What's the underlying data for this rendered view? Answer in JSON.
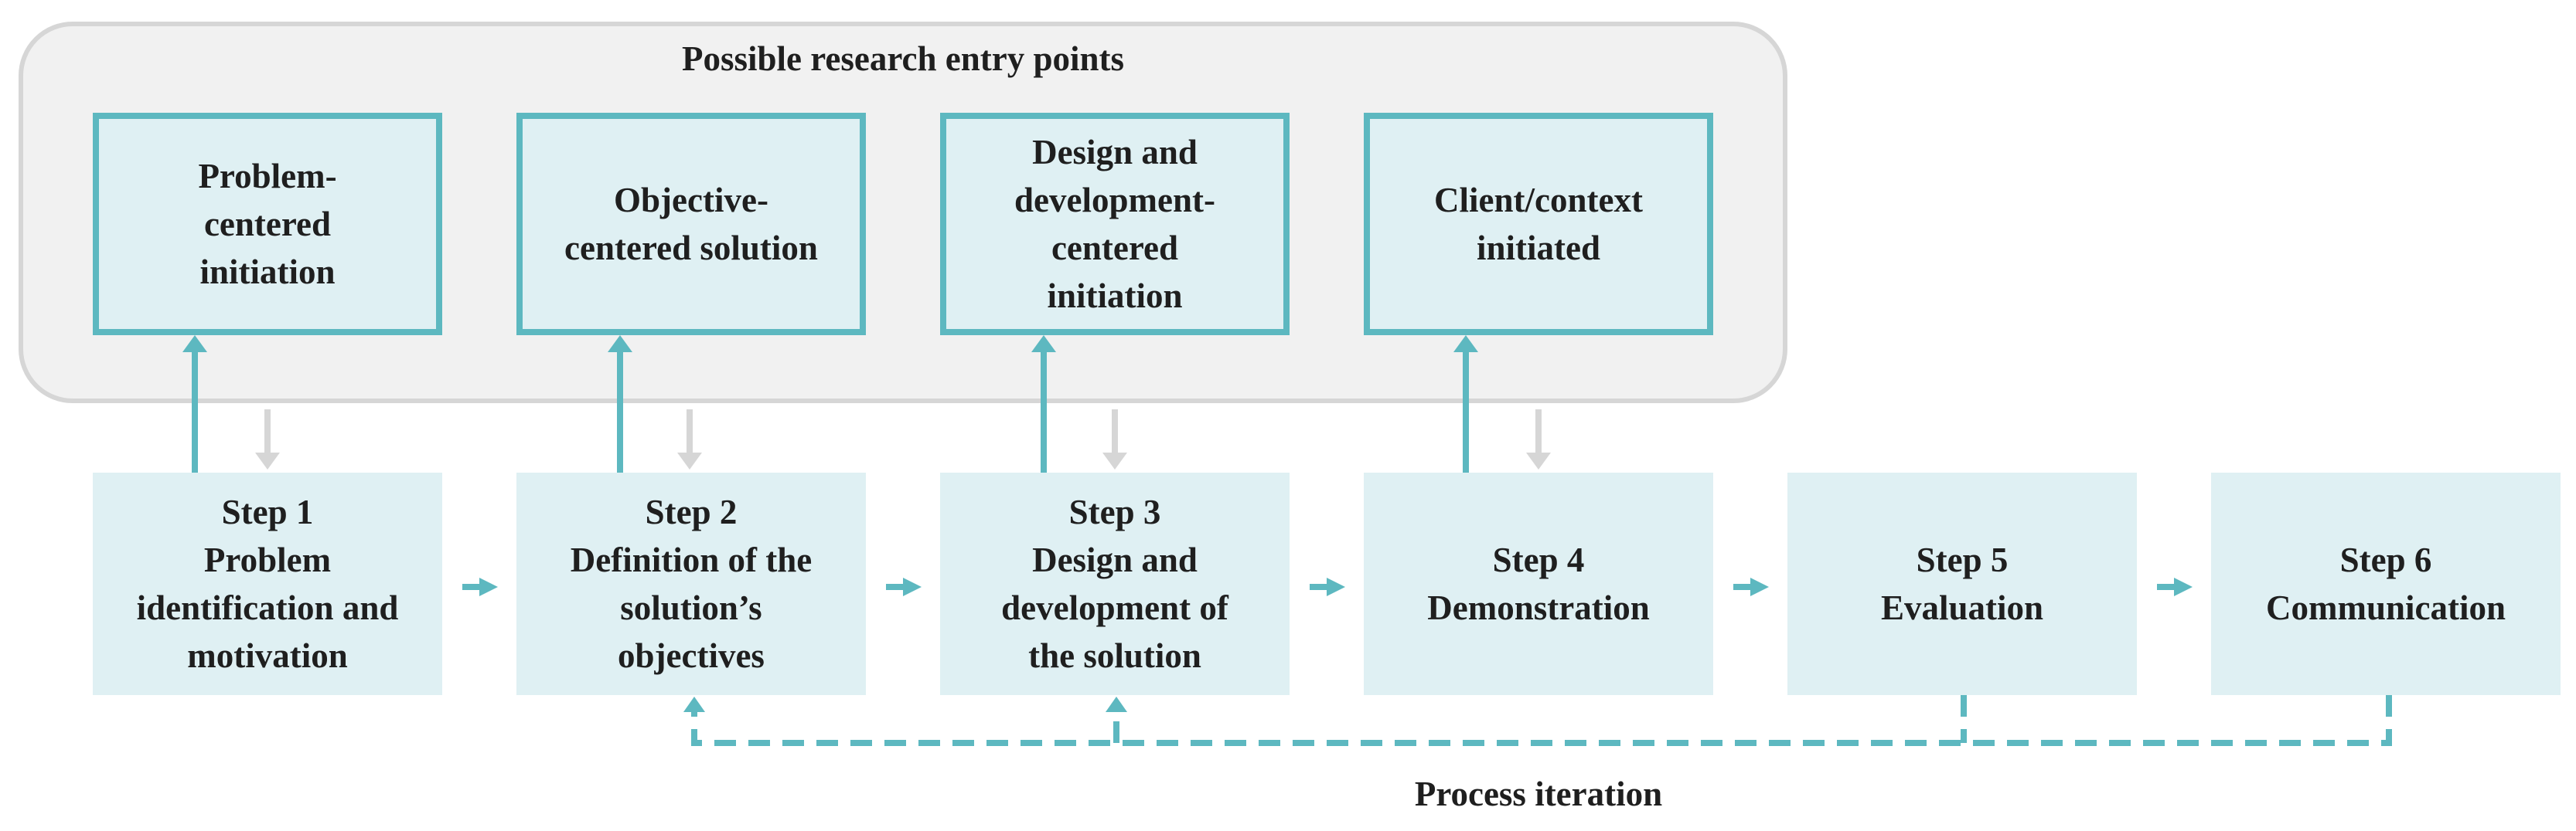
{
  "container": {
    "title": "Possible research entry points"
  },
  "entry_points": [
    {
      "label": "Problem-\ncentered\ninitiation"
    },
    {
      "label": "Objective-\ncentered solution"
    },
    {
      "label": "Design and\ndevelopment-\ncentered\ninitiation"
    },
    {
      "label": "Client/context\ninitiated"
    }
  ],
  "steps": [
    {
      "label": "Step 1\nProblem\nidentification and\nmotivation"
    },
    {
      "label": "Step 2\nDefinition of the\nsolution’s\nobjectives"
    },
    {
      "label": "Step 3\nDesign and\ndevelopment of\nthe solution"
    },
    {
      "label": "Step 4\nDemonstration"
    },
    {
      "label": "Step 5\nEvaluation"
    },
    {
      "label": "Step 6\nCommunication"
    }
  ],
  "iteration": {
    "label": "Process iteration"
  },
  "colors": {
    "accent": "#5db8c0",
    "box_fill": "#dff0f3",
    "container_fill": "#f1f1f1",
    "container_border": "#d6d6d6",
    "gray_arrow": "#d6d6d6",
    "text": "#1f1f1f"
  }
}
